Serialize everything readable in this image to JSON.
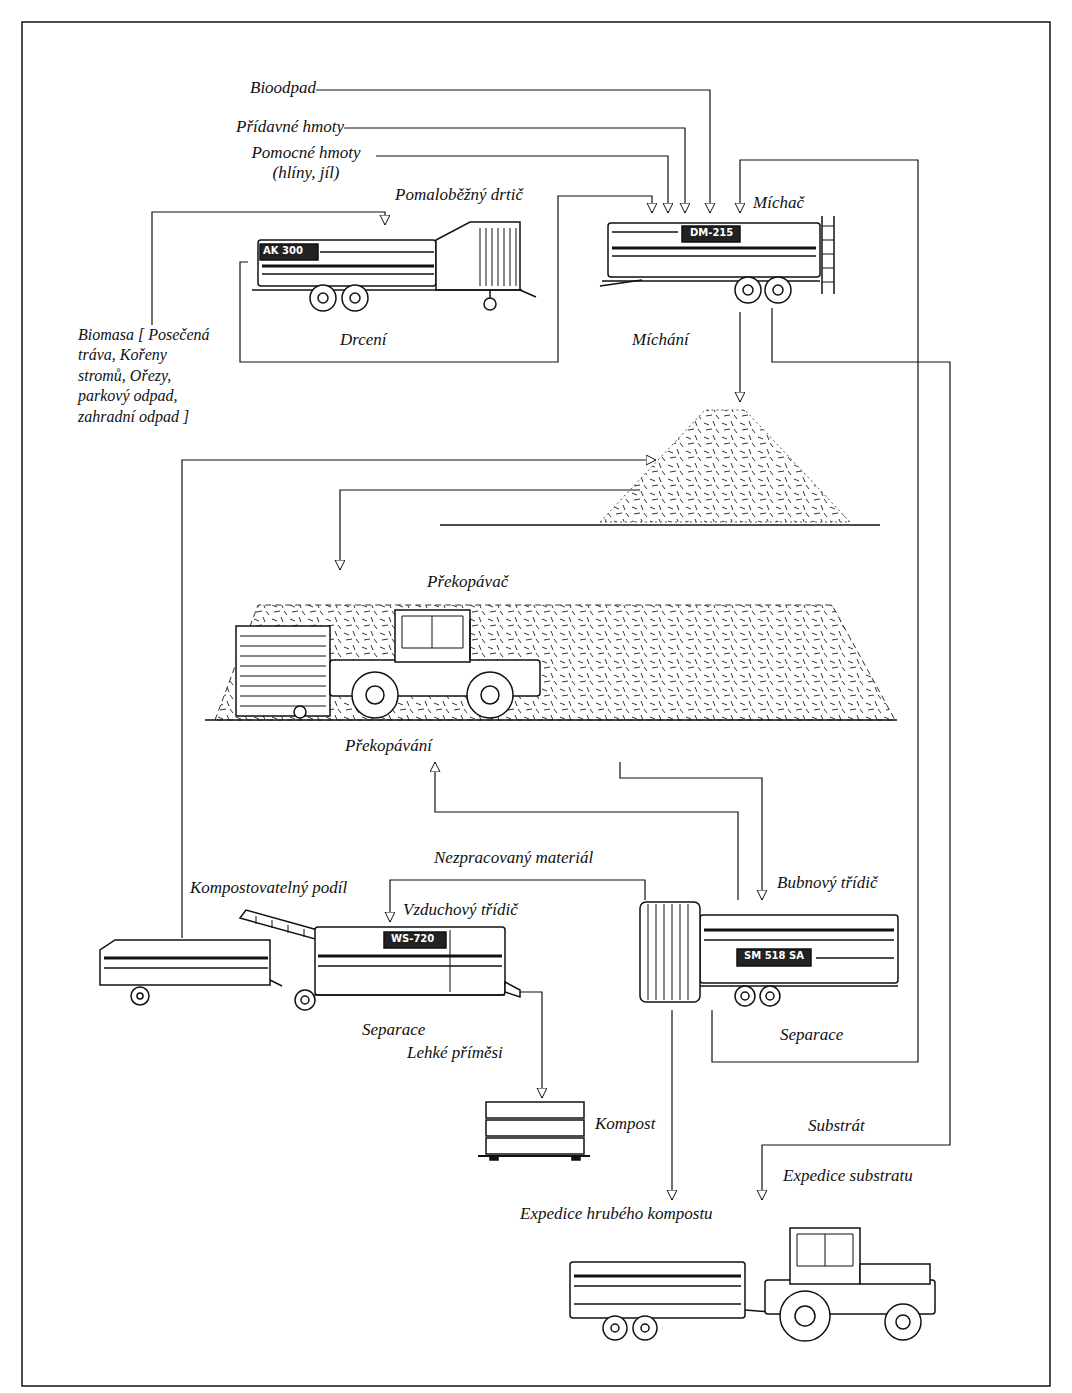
{
  "diagram": {
    "nodes": [
      {
        "text": [
          "Bioodpad"
        ]
      },
      {
        "text": [
          "Přídavné hmoty"
        ]
      },
      {
        "text": [
          "Pomocné hmoty (hlíny, jíl)"
        ]
      },
      {
        "text": [
          "Pomaloběžný drtič",
          "Drcení"
        ]
      },
      {
        "text": [
          "Míchač",
          "Míchání"
        ]
      },
      {
        "text": [
          "Biomasa [ Posečená tráva, Kořeny stromů, Ořezy, parkový odpad, zahradní odpad ]"
        ]
      },
      {
        "text": [
          "Překopávač",
          "Překopávání"
        ]
      },
      {
        "text": [
          "Kompostovatelný podíl",
          "Vzduchový třídič",
          "Separace"
        ]
      },
      {
        "text": [
          "Bubnový třídič",
          "Separace"
        ]
      },
      {
        "text": [
          "Kompost"
        ]
      },
      {
        "text": [
          "Expedice substratu",
          "Expedice hrubého kompostu"
        ]
      }
    ],
    "edges": [
      {
        "from": 0,
        "to": 4,
        "arrow": "to"
      },
      {
        "from": 1,
        "to": 4,
        "arrow": "to"
      },
      {
        "from": 2,
        "to": 4,
        "arrow": "to"
      },
      {
        "from": 5,
        "to": 3,
        "arrow": "to"
      },
      {
        "from": 3,
        "to": 4,
        "arrow": "to"
      },
      {
        "from": 4,
        "to": 10,
        "label": "Substrát",
        "arrow": "to"
      },
      {
        "from": 6,
        "to": 8,
        "arrow": "to"
      },
      {
        "from": 8,
        "to": 6,
        "arrow": "to"
      },
      {
        "from": 8,
        "to": 7,
        "label": "Nezpracovaný materiál",
        "arrow": "to"
      },
      {
        "from": 7,
        "to": 9,
        "label": "Lehké příměsi",
        "arrow": "to"
      },
      {
        "from": 8,
        "to": 4,
        "arrow": "to"
      },
      {
        "from": 8,
        "to": 10,
        "arrow": "to"
      }
    ],
    "labels": [
      "AK 300",
      "DM-215",
      "WS-720",
      "SM 518 SA"
    ]
  }
}
